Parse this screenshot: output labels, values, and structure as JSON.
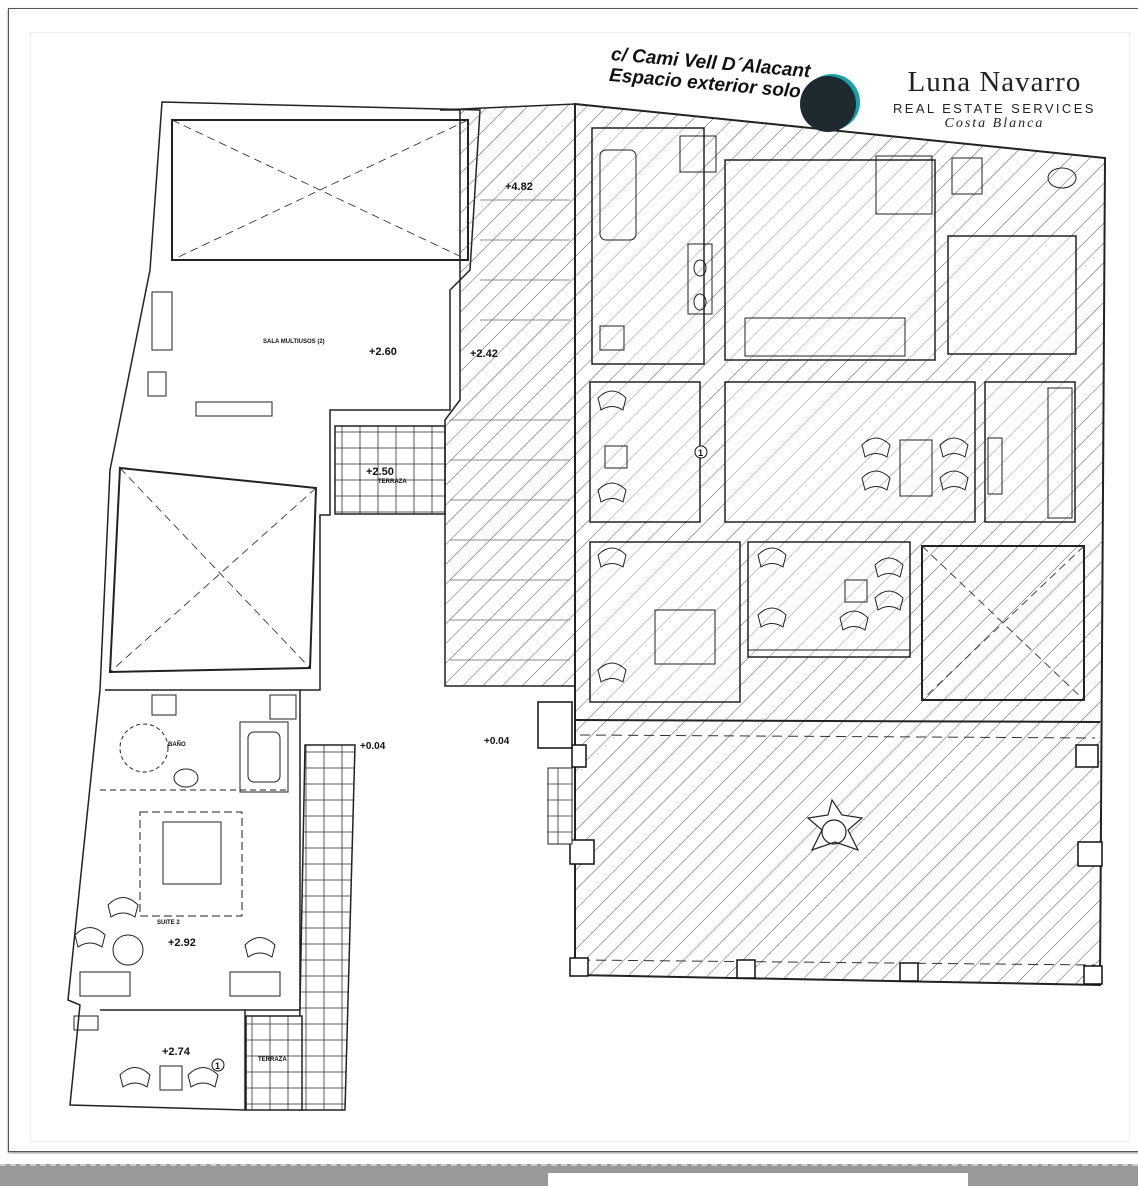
{
  "header": {
    "street_line1": "c/ Cami Vell D´Alacant",
    "street_line2": "Espacio exterior solo"
  },
  "logo": {
    "name": "Luna Navarro",
    "tagline": "REAL ESTATE SERVICES",
    "region": "Costa Blanca",
    "colors": {
      "dark": "#1f2a30",
      "accent": "#1aa0a8"
    }
  },
  "plan": {
    "labels": {
      "sala": "SALA MULTIUSOS (2)",
      "terraza_upper": "TERRAZA",
      "terraza_lower": "TERRAZA",
      "bano": "BAÑO",
      "suite": "SUITE 2"
    },
    "levels": {
      "stairs_top": "+4.82",
      "sala": "+2.60",
      "landing": "+2.42",
      "terraza": "+2.50",
      "patio_left": "+0.04",
      "patio_center": "+0.04",
      "suite": "+2.92",
      "lower_room": "+2.74"
    },
    "markers": {
      "door_1a": "1",
      "door_1b": "1"
    }
  }
}
